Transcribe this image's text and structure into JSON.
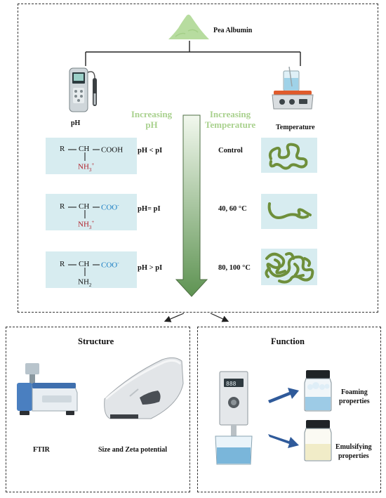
{
  "source": {
    "label": "Pea Albumin"
  },
  "left_device": {
    "label": "pH",
    "icon": "ph-meter-icon"
  },
  "right_device": {
    "label": "Temperature",
    "icon": "hot-plate-stirrer-icon"
  },
  "arrow": {
    "left_title_line1": "Increasing",
    "left_title_line2": "pH",
    "right_title_line1": "Increasing",
    "right_title_line2": "Temperature",
    "color_top": "#f2f8ee",
    "color_bottom": "#5e9352"
  },
  "rows": [
    {
      "r": "R",
      "ch": "CH",
      "group": "COOH",
      "group_sup": "",
      "amine": "NH",
      "amine_sub": "3",
      "amine_sup": "+",
      "condition": "pH < pI",
      "temperature": "Control"
    },
    {
      "r": "R",
      "ch": "CH",
      "group": "COO",
      "group_sup": "-",
      "amine": "NH",
      "amine_sub": "3",
      "amine_sup": "+",
      "condition": "pH= pI",
      "temperature": "40, 60 °C"
    },
    {
      "r": "R",
      "ch": "CH",
      "group": "COO",
      "group_sup": "-",
      "amine": "NH",
      "amine_sub": "2",
      "amine_sup": "",
      "condition": "pH > pI",
      "temperature": "80, 100 °C"
    }
  ],
  "structure": {
    "title": "Structure",
    "items": [
      {
        "label": "FTIR",
        "icon": "ftir-spectrometer-icon"
      },
      {
        "label": "Size and Zeta potential",
        "icon": "zetasizer-icon"
      }
    ]
  },
  "function": {
    "title": "Function",
    "items": [
      {
        "label_line1": "Foaming",
        "label_line2": "properties",
        "icon": "foam-jar-icon"
      },
      {
        "label_line1": "Emulsifying",
        "label_line2": "properties",
        "icon": "emulsion-jar-icon"
      }
    ]
  },
  "colors": {
    "panel": "#d7ecf0",
    "pale_green": "#a9d18e",
    "coil_green": "#6e8f3b",
    "red_text": "#b0202a",
    "blue_text": "#1c7fc4",
    "arrow_blue": "#2f5a9a"
  }
}
